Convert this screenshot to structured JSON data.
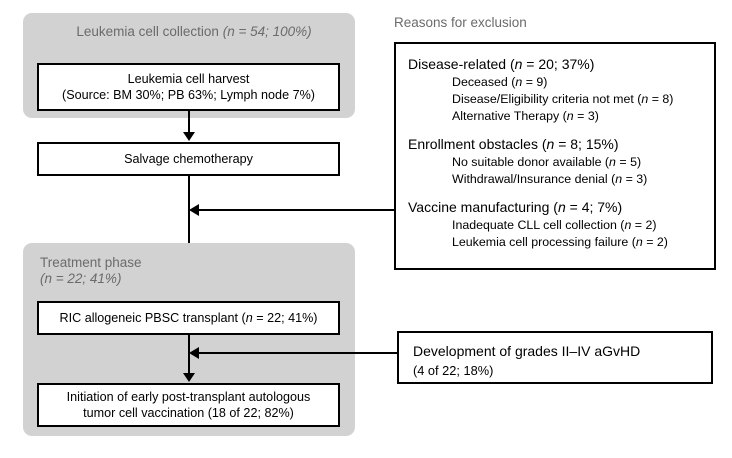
{
  "figure": {
    "phases": [
      {
        "id": "collection",
        "title_text": "Leukemia cell collection",
        "title_stat": "(n = 54; 100%)"
      },
      {
        "id": "treatment",
        "title_text": "Treatment phase",
        "title_stat": "(n = 22; 41%)"
      }
    ],
    "boxes": [
      {
        "id": "harvest",
        "line1": "Leukemia cell harvest",
        "line2": "(Source: BM 30%; PB 63%; Lymph node 7%)"
      },
      {
        "id": "salvage",
        "line1": "Salvage chemotherapy"
      },
      {
        "id": "transplant",
        "line1": "RIC allogeneic PBSC transplant (n = 22; 41%)"
      },
      {
        "id": "vaccination",
        "line1": "Initiation of early post-transplant autologous",
        "line2": "tumor cell vaccination (18 of 22; 82%)"
      }
    ],
    "exclusion": {
      "section_label": "Reasons for exclusion",
      "groups": [
        {
          "heading": "Disease-related (n = 20; 37%)",
          "items": [
            "Deceased (n = 9)",
            "Disease/Eligibility criteria not met (n = 8)",
            "Alternative Therapy (n = 3)"
          ]
        },
        {
          "heading": "Enrollment obstacles (n = 8; 15%)",
          "items": [
            "No suitable donor available (n = 5)",
            "Withdrawal/Insurance denial (n = 3)"
          ]
        },
        {
          "heading": "Vaccine manufacturing (n = 4; 7%)",
          "items": [
            "Inadequate CLL cell collection (n = 2)",
            "Leukemia cell processing failure (n = 2)"
          ]
        }
      ]
    },
    "agvhd": {
      "line1": "Development of grades II–IV aGvHD",
      "line2": "(4 of 22; 18%)"
    },
    "colors": {
      "panel_gray": "#d2d2d2",
      "panel_title_gray": "#6b6b6b",
      "stroke": "#000000",
      "box_fill": "#ffffff",
      "background": "#ffffff"
    }
  }
}
